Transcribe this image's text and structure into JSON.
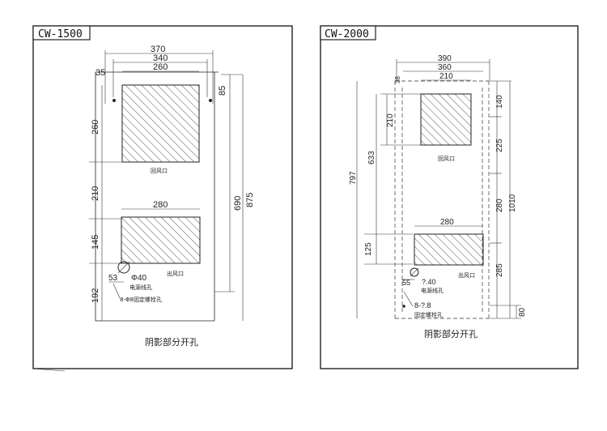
{
  "left": {
    "title": "CW-1500",
    "dims_top": [
      "370",
      "340",
      "260"
    ],
    "dim_35": "35",
    "dim_85": "85",
    "dims_left": [
      "260",
      "210",
      "145",
      "192"
    ],
    "dims_right": [
      "690",
      "875"
    ],
    "dim_280": "280",
    "dim_53": "53",
    "hole_label": "Φ40",
    "return_air": "回风口",
    "outlet": "出风口",
    "cable_hole": "电源线孔",
    "bolt_hole": "8-Φ8固定螺栓孔",
    "caption": "阴影部分开孔"
  },
  "right": {
    "title": "CW-2000",
    "dims_top": [
      "390",
      "360",
      "210"
    ],
    "dim_38": "38",
    "dims_right": [
      "140",
      "225",
      "280",
      "285",
      "1010",
      "80"
    ],
    "dims_left": [
      "210",
      "633",
      "797",
      "125"
    ],
    "dim_280": "280",
    "dim_55": "55",
    "hole_label": "?.40",
    "return_air": "回风口",
    "outlet": "出风口",
    "cable_hole": "电源线孔",
    "bolt_count": "8-?.8",
    "bolt_hole": "固定螺栓孔",
    "caption": "阴影部分开孔"
  }
}
